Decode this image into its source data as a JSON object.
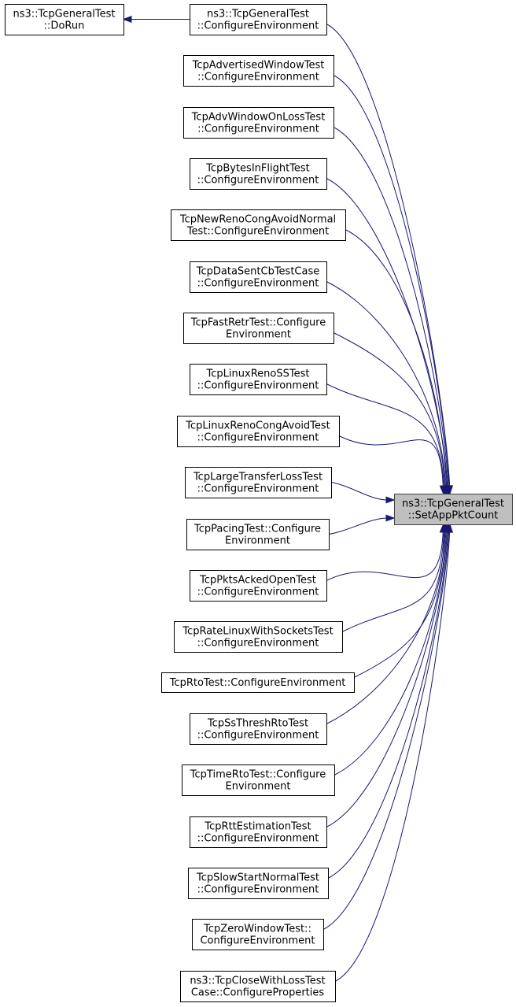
{
  "diagram": {
    "target": {
      "lines": [
        "ns3::TcpGeneralTest",
        "::SetAppPktCount"
      ]
    },
    "do_run": {
      "lines": [
        "ns3::TcpGeneralTest",
        "::DoRun"
      ]
    },
    "callers": [
      {
        "id": "n0",
        "lines": [
          "ns3::TcpGeneralTest",
          "::ConfigureEnvironment"
        ]
      },
      {
        "id": "n1",
        "lines": [
          "TcpAdvertisedWindowTest",
          "::ConfigureEnvironment"
        ]
      },
      {
        "id": "n2",
        "lines": [
          "TcpAdvWindowOnLossTest",
          "::ConfigureEnvironment"
        ]
      },
      {
        "id": "n3",
        "lines": [
          "TcpBytesInFlightTest",
          "::ConfigureEnvironment"
        ]
      },
      {
        "id": "n4",
        "lines": [
          "TcpNewRenoCongAvoidNormal",
          "Test::ConfigureEnvironment"
        ]
      },
      {
        "id": "n5",
        "lines": [
          "TcpDataSentCbTestCase",
          "::ConfigureEnvironment"
        ]
      },
      {
        "id": "n6",
        "lines": [
          "TcpFastRetrTest::Configure",
          "Environment"
        ]
      },
      {
        "id": "n7",
        "lines": [
          "TcpLinuxRenoSSTest",
          "::ConfigureEnvironment"
        ]
      },
      {
        "id": "n8",
        "lines": [
          "TcpLinuxRenoCongAvoidTest",
          "::ConfigureEnvironment"
        ]
      },
      {
        "id": "n9",
        "lines": [
          "TcpLargeTransferLossTest",
          "::ConfigureEnvironment"
        ]
      },
      {
        "id": "n10",
        "lines": [
          "TcpPacingTest::Configure",
          "Environment"
        ]
      },
      {
        "id": "n11",
        "lines": [
          "TcpPktsAckedOpenTest",
          "::ConfigureEnvironment"
        ]
      },
      {
        "id": "n12",
        "lines": [
          "TcpRateLinuxWithSocketsTest",
          "::ConfigureEnvironment"
        ]
      },
      {
        "id": "n13",
        "lines": [
          "TcpRtoTest::ConfigureEnvironment"
        ]
      },
      {
        "id": "n14",
        "lines": [
          "TcpSsThreshRtoTest",
          "::ConfigureEnvironment"
        ]
      },
      {
        "id": "n15",
        "lines": [
          "TcpTimeRtoTest::Configure",
          "Environment"
        ]
      },
      {
        "id": "n16",
        "lines": [
          "TcpRttEstimationTest",
          "::ConfigureEnvironment"
        ]
      },
      {
        "id": "n17",
        "lines": [
          "TcpSlowStartNormalTest",
          "::ConfigureEnvironment"
        ]
      },
      {
        "id": "n18",
        "lines": [
          "TcpZeroWindowTest::",
          "ConfigureEnvironment"
        ]
      },
      {
        "id": "n19",
        "lines": [
          "ns3::TcpCloseWithLossTest",
          "Case::ConfigureProperties"
        ]
      }
    ]
  }
}
